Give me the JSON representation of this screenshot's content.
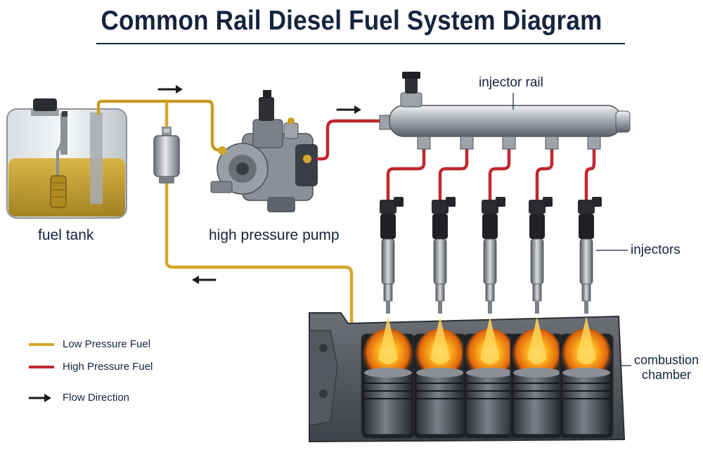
{
  "title": "Common Rail Diesel Fuel System Diagram",
  "labels": {
    "fuel_tank": "fuel tank",
    "high_pressure_pump": "high pressure pump",
    "injector_rail": "injector rail",
    "injectors": "injectors",
    "combustion_chamber_line1": "combustion",
    "combustion_chamber_line2": "chamber"
  },
  "legend": {
    "low_pressure": "Low Pressure Fuel",
    "high_pressure": "High Pressure Fuel",
    "flow_direction": "Flow Direction"
  },
  "colors": {
    "low_pressure_line": "#d4a62a",
    "high_pressure_line": "#c0272d",
    "text": "#16243f",
    "fuel": "#c9a21e",
    "flame": "#f7a21a"
  },
  "injector_count": 5,
  "cylinder_count": 5
}
